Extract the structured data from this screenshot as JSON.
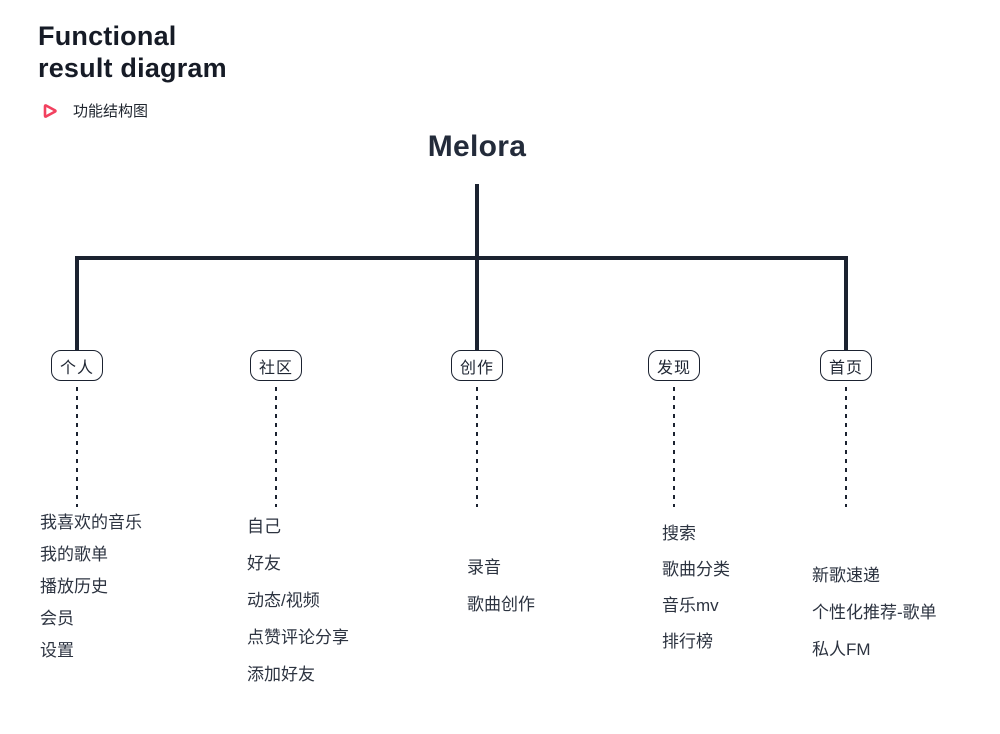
{
  "header": {
    "title_line1": "Functional",
    "title_line2": "result diagram",
    "subtitle": "功能结构图",
    "icon": "play-icon",
    "accent_color": "#f2415f"
  },
  "diagram": {
    "root_label": "Melora",
    "line_color": "#1b2230",
    "branches": [
      {
        "label": "个人",
        "items": [
          "我喜欢的音乐",
          "我的歌单",
          "播放历史",
          "会员",
          "设置"
        ]
      },
      {
        "label": "社区",
        "items": [
          "自己",
          "好友",
          "动态/视频",
          "点赞评论分享",
          "添加好友"
        ]
      },
      {
        "label": "创作",
        "items": [
          "录音",
          "歌曲创作"
        ]
      },
      {
        "label": "发现",
        "items": [
          "搜索",
          "歌曲分类",
          "音乐mv",
          "排行榜"
        ]
      },
      {
        "label": "首页",
        "items": [
          "新歌速递",
          "个性化推荐-歌单",
          "私人FM"
        ]
      }
    ]
  }
}
